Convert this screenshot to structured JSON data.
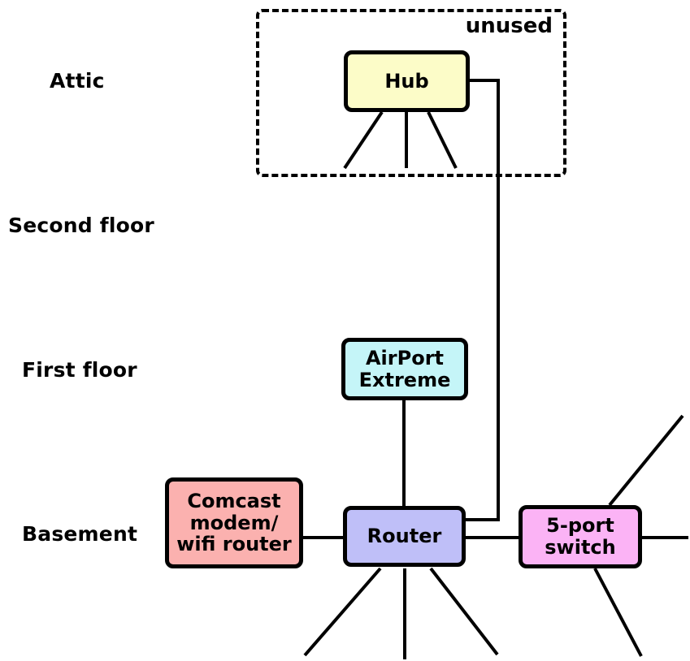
{
  "diagram": {
    "title_none": "",
    "floors": [
      {
        "label": "Attic"
      },
      {
        "label": "Second floor"
      },
      {
        "label": "First floor"
      },
      {
        "label": "Basement"
      }
    ],
    "unused_zone": {
      "label": "unused"
    },
    "nodes": {
      "hub": {
        "label": "Hub",
        "fill": "#FCFCC8"
      },
      "airport": {
        "line1": "AirPort",
        "line2": "Extreme",
        "fill": "#C5F5F8"
      },
      "comcast": {
        "line1": "Comcast",
        "line2": "modem/",
        "line3": "wifi router",
        "fill": "#FBB1AF"
      },
      "router": {
        "label": "Router",
        "fill": "#BFBFF8"
      },
      "switch": {
        "line1": "5-port",
        "line2": "switch",
        "fill": "#FBB3F5"
      }
    },
    "colors": {
      "background": "#FFFFFF",
      "line": "#000000",
      "border": "#000000"
    }
  }
}
